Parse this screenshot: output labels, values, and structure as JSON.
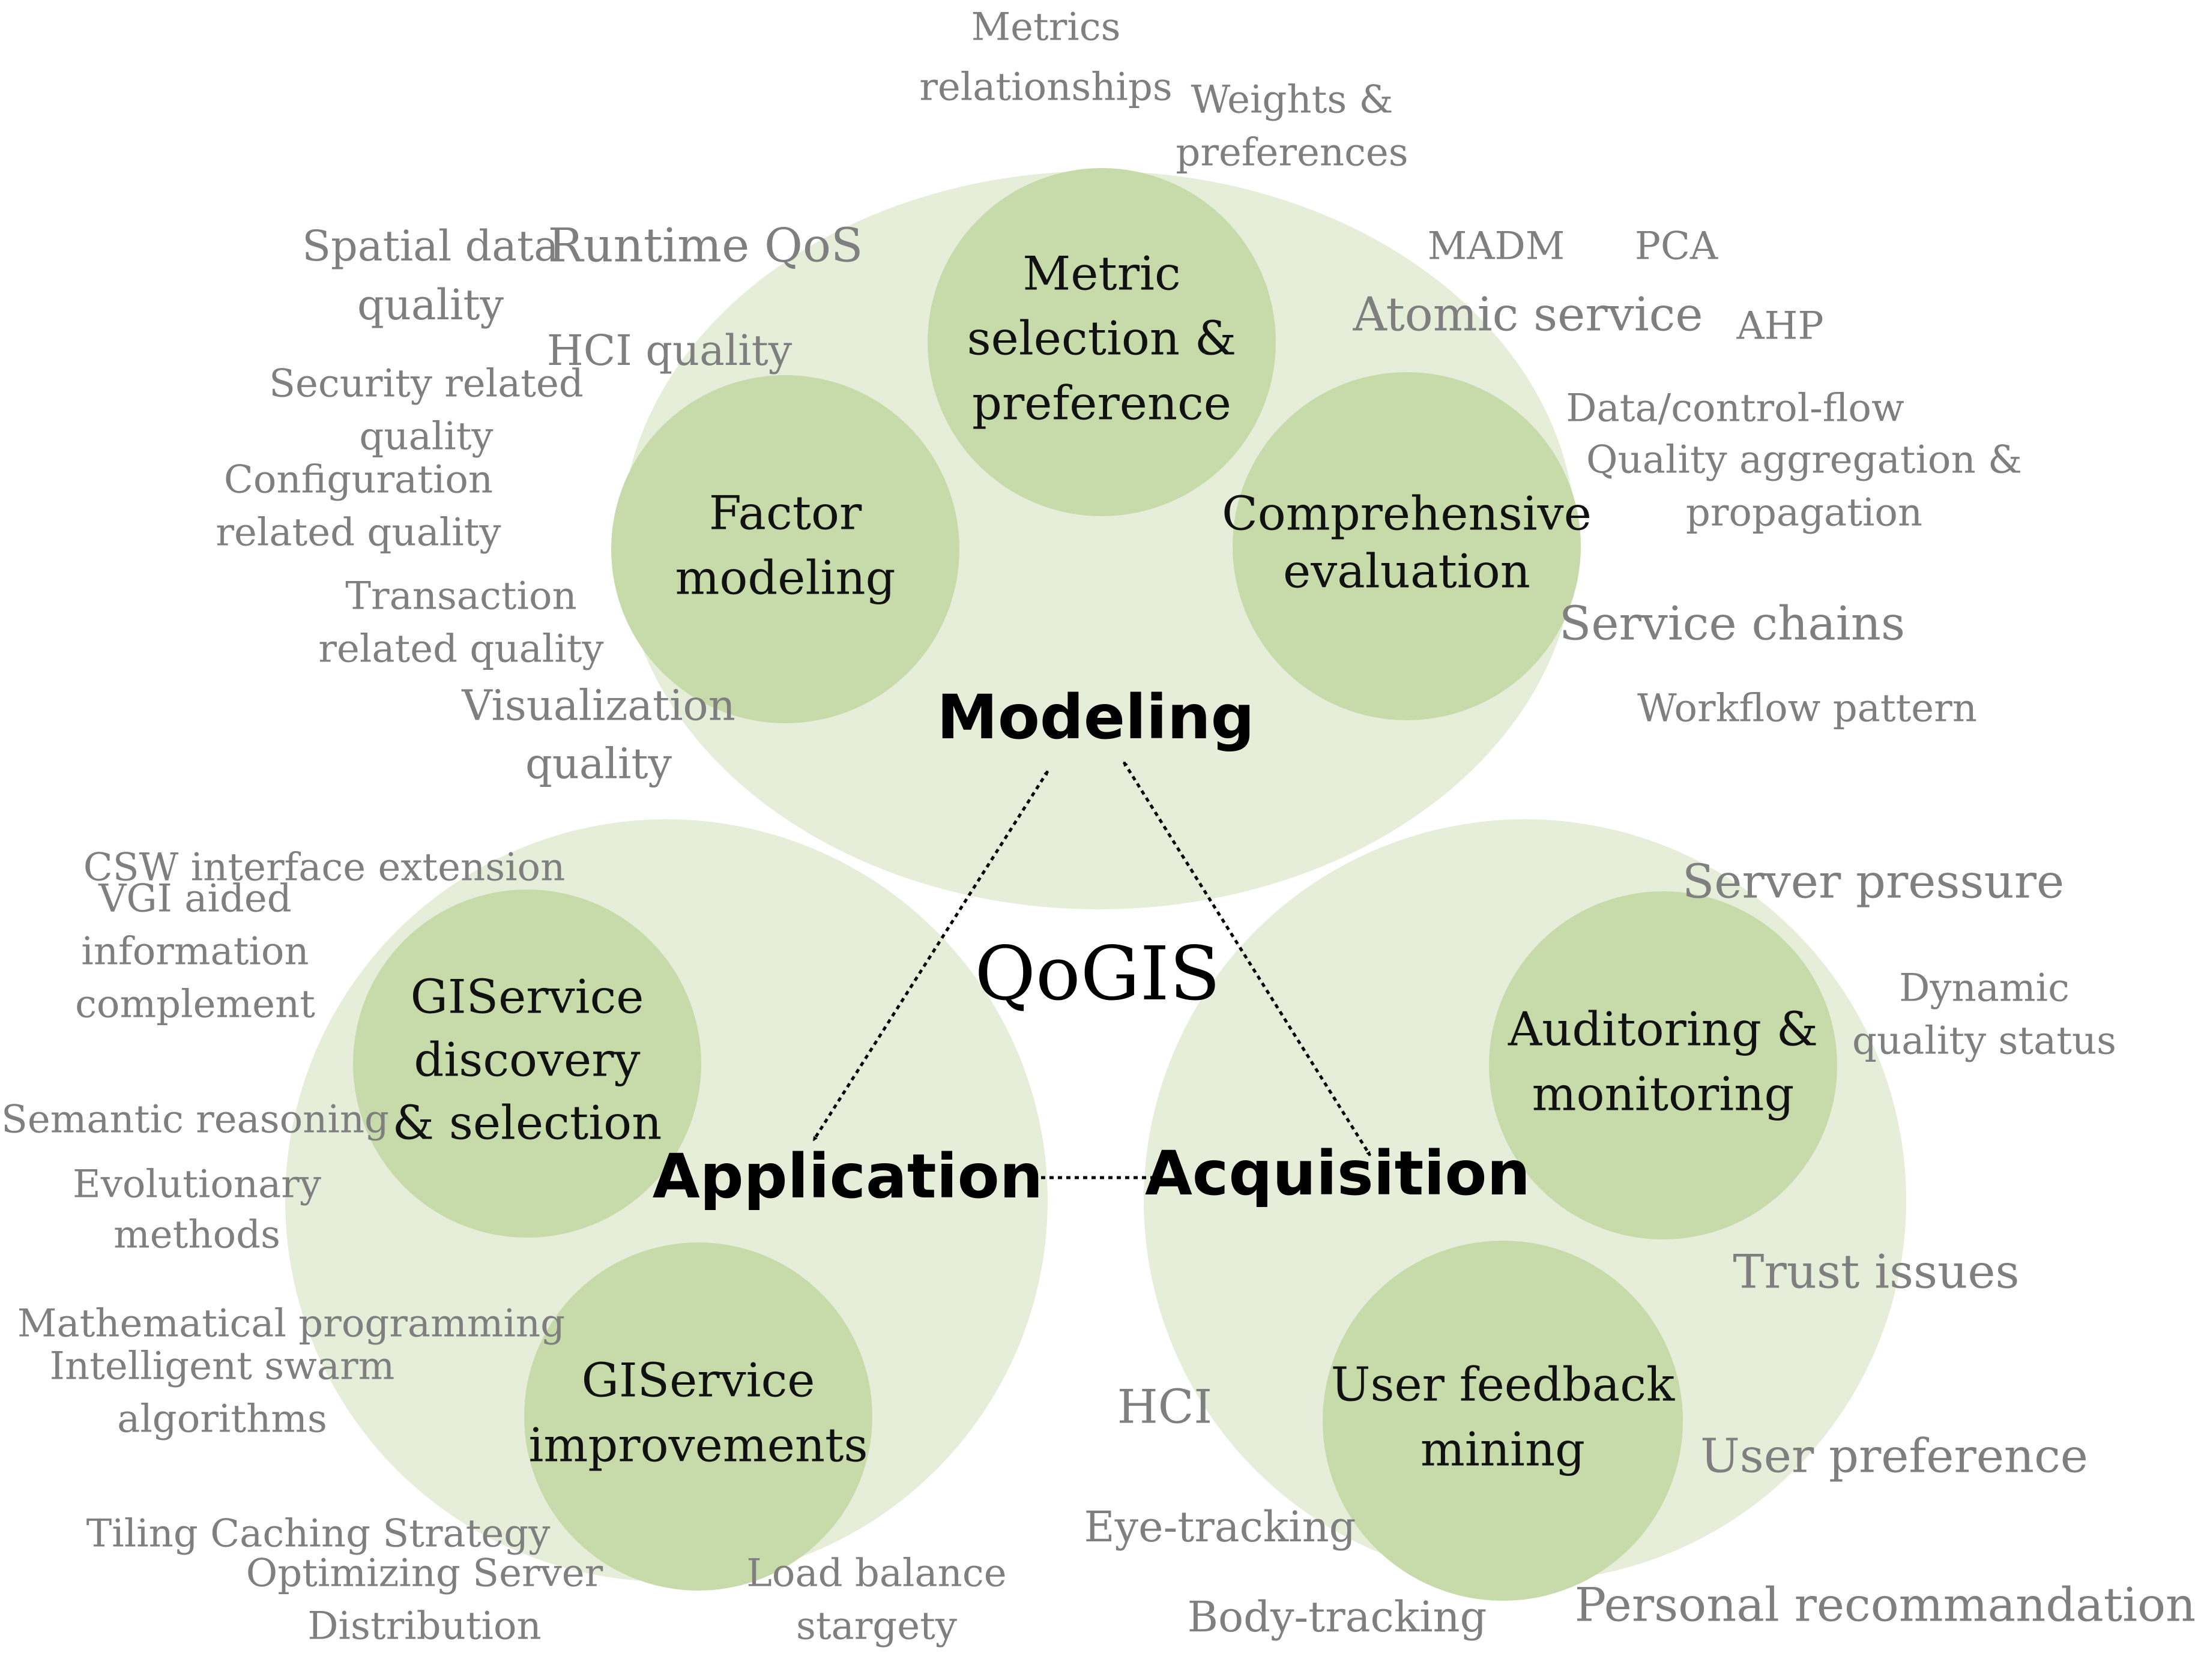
{
  "center_label": "QoGIS",
  "groups": [
    {
      "id": "modeling",
      "label": "Modeling",
      "fill": "#e6edd9"
    },
    {
      "id": "application",
      "label": "Application",
      "fill": "#e6edd9"
    },
    {
      "id": "acquisition",
      "label": "Acquisition",
      "fill": "#e6edd9"
    }
  ],
  "subcomponents": [
    {
      "id": "metric",
      "group": "modeling",
      "lines": [
        "Metric",
        "selection &",
        "preference"
      ]
    },
    {
      "id": "factor",
      "group": "modeling",
      "lines": [
        "Factor",
        "modeling"
      ]
    },
    {
      "id": "comprehensive",
      "group": "modeling",
      "lines": [
        "Comprehensive",
        "evaluation"
      ]
    },
    {
      "id": "discovery",
      "group": "application",
      "lines": [
        "GIService",
        "discovery",
        "& selection"
      ]
    },
    {
      "id": "improvements",
      "group": "application",
      "lines": [
        "GIService",
        "improvements"
      ]
    },
    {
      "id": "auditoring",
      "group": "acquisition",
      "lines": [
        "Auditoring &",
        "monitoring"
      ]
    },
    {
      "id": "feedback",
      "group": "acquisition",
      "lines": [
        "User feedback",
        "mining"
      ]
    }
  ],
  "terms": [
    {
      "id": "metrics-relationships",
      "lines": [
        "Metrics",
        "relationships"
      ]
    },
    {
      "id": "weights-preferences",
      "lines": [
        "Weights &",
        "preferences"
      ]
    },
    {
      "id": "runtime-qos",
      "lines": [
        "Runtime QoS"
      ]
    },
    {
      "id": "madm",
      "lines": [
        "MADM"
      ]
    },
    {
      "id": "pca",
      "lines": [
        "PCA"
      ]
    },
    {
      "id": "spatial-data-quality",
      "lines": [
        "Spatial data",
        "quality"
      ]
    },
    {
      "id": "atomic-service",
      "lines": [
        "Atomic service"
      ]
    },
    {
      "id": "ahp",
      "lines": [
        "AHP"
      ]
    },
    {
      "id": "hci-quality",
      "lines": [
        "HCI quality"
      ]
    },
    {
      "id": "data-control-flow",
      "lines": [
        "Data/control-flow"
      ]
    },
    {
      "id": "security-quality",
      "lines": [
        "Security related",
        "quality"
      ]
    },
    {
      "id": "quality-aggregation",
      "lines": [
        "Quality aggregation &",
        "propagation"
      ]
    },
    {
      "id": "configuration-quality",
      "lines": [
        "Configuration",
        "related quality"
      ]
    },
    {
      "id": "service-chains",
      "lines": [
        "Service chains"
      ]
    },
    {
      "id": "transaction-quality",
      "lines": [
        "Transaction",
        "related quality"
      ]
    },
    {
      "id": "workflow-pattern",
      "lines": [
        "Workflow pattern"
      ]
    },
    {
      "id": "visualization-quality",
      "lines": [
        "Visualization",
        "quality"
      ]
    },
    {
      "id": "csw-interface",
      "lines": [
        "CSW interface extension"
      ]
    },
    {
      "id": "server-pressure",
      "lines": [
        "Server pressure"
      ]
    },
    {
      "id": "vgi-aided",
      "lines": [
        "VGI aided",
        "information",
        "complement"
      ]
    },
    {
      "id": "dynamic-quality-status",
      "lines": [
        "Dynamic",
        "quality status"
      ]
    },
    {
      "id": "semantic-reasoning",
      "lines": [
        "Semantic reasoning"
      ]
    },
    {
      "id": "evolutionary-methods",
      "lines": [
        "Evolutionary",
        "methods"
      ]
    },
    {
      "id": "trust-issues",
      "lines": [
        "Trust issues"
      ]
    },
    {
      "id": "mathematical-programming",
      "lines": [
        "Mathematical programming"
      ]
    },
    {
      "id": "intelligent-swarm",
      "lines": [
        "Intelligent swarm",
        "algorithms"
      ]
    },
    {
      "id": "hci",
      "lines": [
        "HCI"
      ]
    },
    {
      "id": "user-preference",
      "lines": [
        "User preference"
      ]
    },
    {
      "id": "eye-tracking",
      "lines": [
        "Eye-tracking"
      ]
    },
    {
      "id": "tiling-caching",
      "lines": [
        "Tiling Caching Strategy"
      ]
    },
    {
      "id": "optimizing-server",
      "lines": [
        "Optimizing Server",
        "Distribution"
      ]
    },
    {
      "id": "load-balance",
      "lines": [
        "Load balance",
        "stargety"
      ]
    },
    {
      "id": "body-tracking",
      "lines": [
        "Body-tracking"
      ]
    },
    {
      "id": "personal-recommandation",
      "lines": [
        "Personal recommandation"
      ]
    }
  ],
  "connections": [
    {
      "from": "modeling",
      "to": "application",
      "style": "dotted",
      "direction": "both"
    },
    {
      "from": "modeling",
      "to": "acquisition",
      "style": "dotted",
      "direction": "both"
    },
    {
      "from": "application",
      "to": "acquisition",
      "style": "dotted",
      "direction": "both"
    }
  ]
}
